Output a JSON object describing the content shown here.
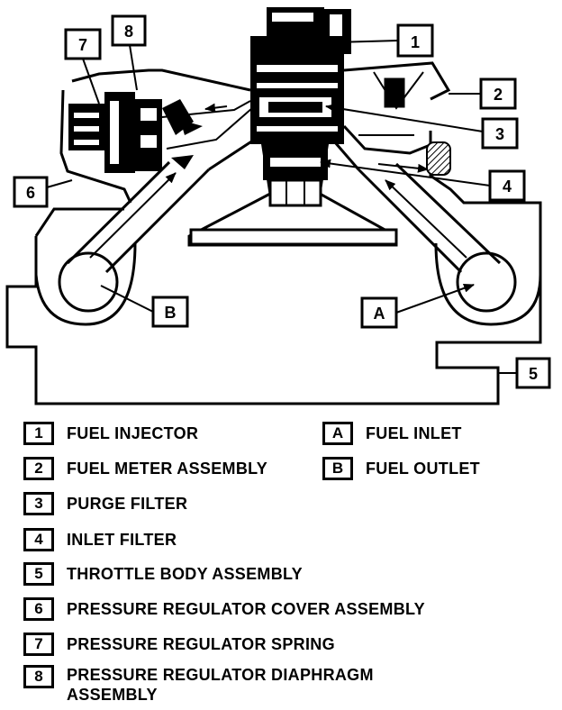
{
  "callouts": {
    "c1": "1",
    "c2": "2",
    "c3": "3",
    "c4": "4",
    "c5": "5",
    "c6": "6",
    "c7": "7",
    "c8": "8",
    "ca": "A",
    "cb": "B"
  },
  "legend": {
    "items": [
      {
        "key": "1",
        "label": "FUEL INJECTOR"
      },
      {
        "key": "2",
        "label": "FUEL METER ASSEMBLY"
      },
      {
        "key": "3",
        "label": "PURGE FILTER"
      },
      {
        "key": "4",
        "label": "INLET FILTER"
      },
      {
        "key": "5",
        "label": "THROTTLE BODY ASSEMBLY"
      },
      {
        "key": "6",
        "label": "PRESSURE REGULATOR COVER ASSEMBLY"
      },
      {
        "key": "7",
        "label": "PRESSURE REGULATOR SPRING"
      },
      {
        "key": "8",
        "label": "PRESSURE REGULATOR  DIAPHRAGM ASSEMBLY"
      }
    ],
    "side_items": [
      {
        "key": "A",
        "label": "FUEL INLET"
      },
      {
        "key": "B",
        "label": "FUEL OUTLET"
      }
    ]
  }
}
